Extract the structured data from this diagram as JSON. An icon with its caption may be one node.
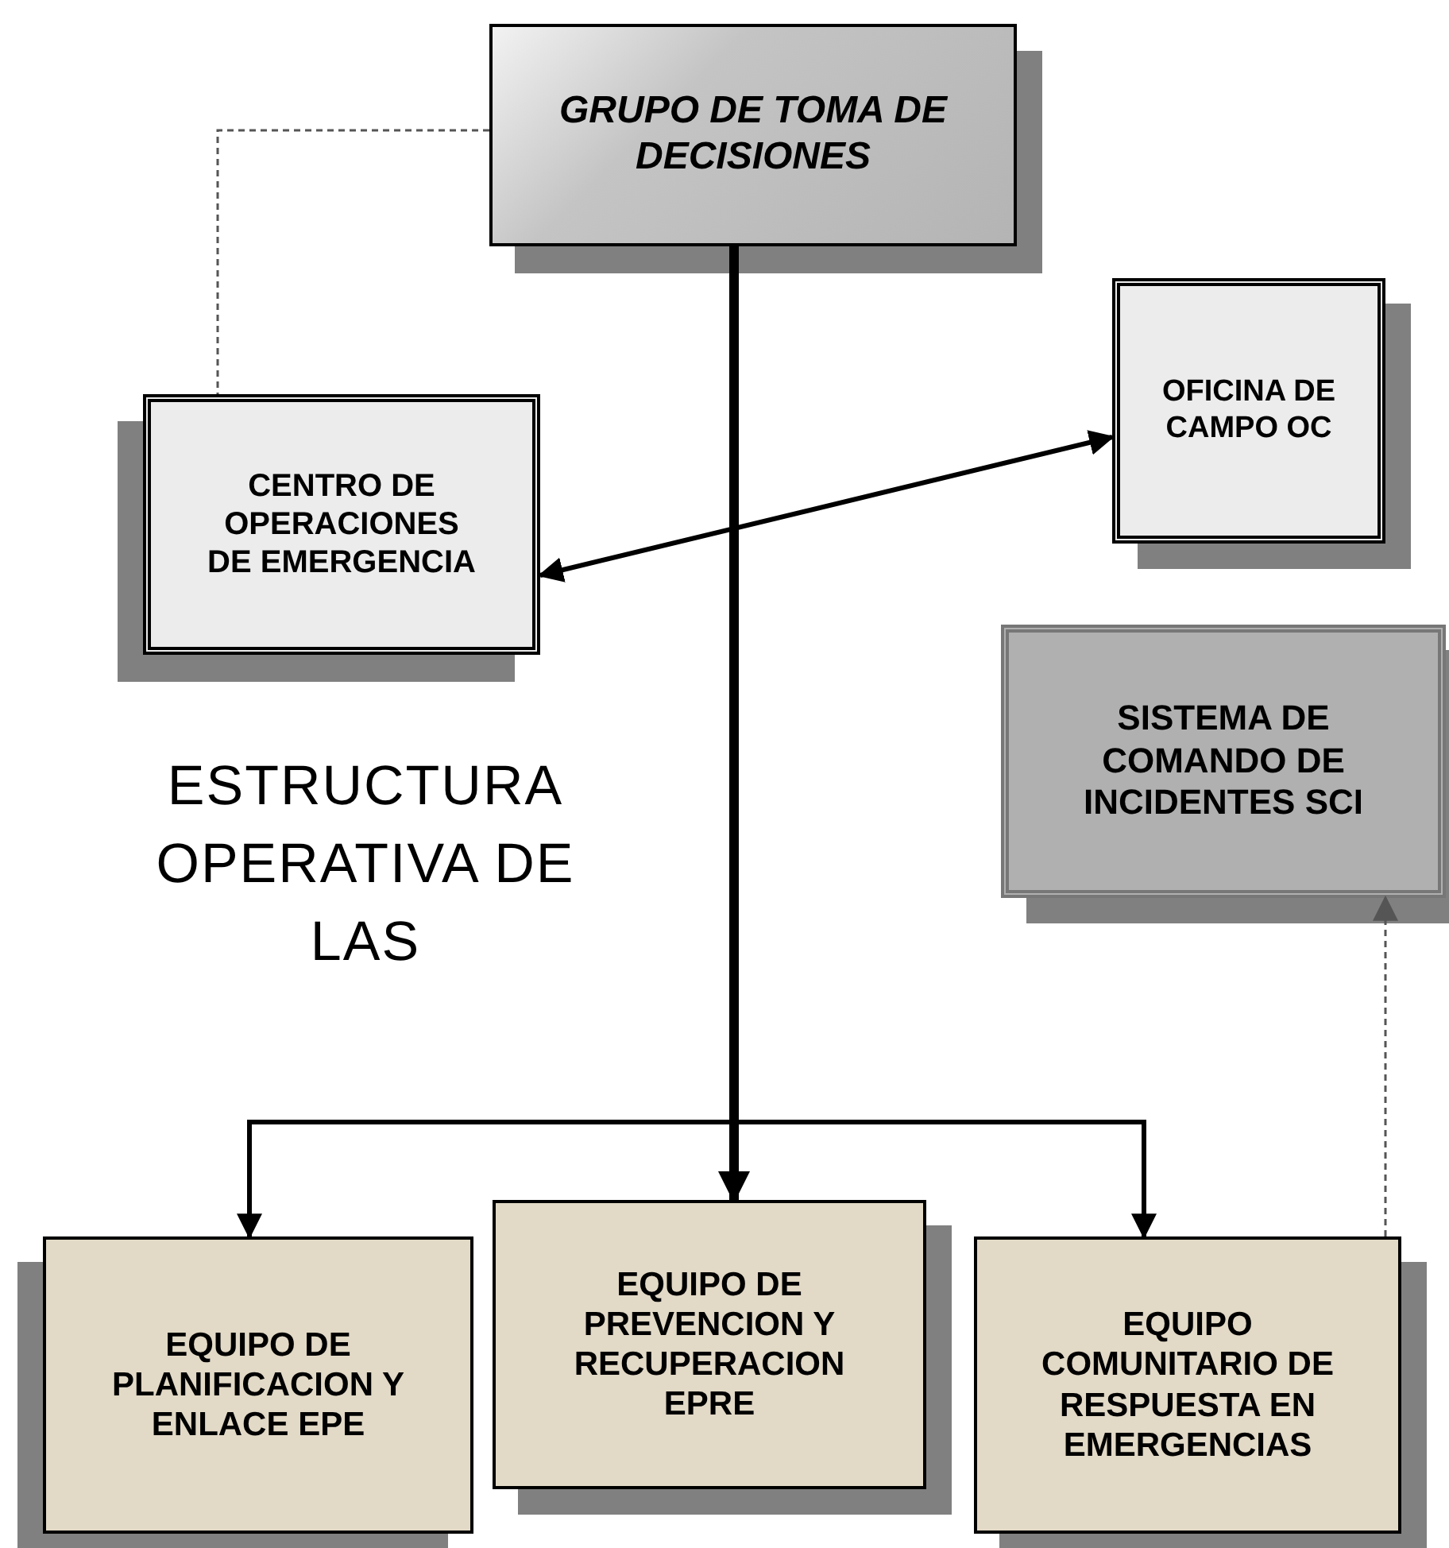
{
  "diagram": {
    "nodes": [
      {
        "text": [
          "GRUPO DE TOMA DE DECISIONES"
        ]
      },
      {
        "text": [
          "CENTRO DE OPERACIONES DE EMERGENCIA"
        ]
      },
      {
        "text": [
          "OFICINA DE CAMPO OC"
        ]
      },
      {
        "text": [
          "SISTEMA DE COMANDO DE INCIDENTES SCI"
        ]
      },
      {
        "text": [
          "EQUIPO DE PLANIFICACION Y ENLACE EPE"
        ]
      },
      {
        "text": [
          "EQUIPO DE PREVENCION Y RECUPERACION EPRE"
        ]
      },
      {
        "text": [
          "EQUIPO COMUNITARIO DE RESPUESTA EN EMERGENCIAS"
        ]
      }
    ],
    "edges": [
      {
        "from": 0,
        "to": 1,
        "arrow": "none",
        "style": "dashed",
        "color": "#555555"
      },
      {
        "from": 1,
        "to": 2,
        "arrow": "both"
      },
      {
        "from": 0,
        "to": 5,
        "arrow": "to",
        "style": "thick"
      },
      {
        "from": 0,
        "to": 4,
        "arrow": "to"
      },
      {
        "from": 0,
        "to": 6,
        "arrow": "to"
      },
      {
        "from": 6,
        "to": 3,
        "arrow": "to",
        "style": "dashed",
        "color": "#555555"
      }
    ],
    "labels": [
      "ESTRUCTURA OPERATIVA DE LAS"
    ]
  }
}
